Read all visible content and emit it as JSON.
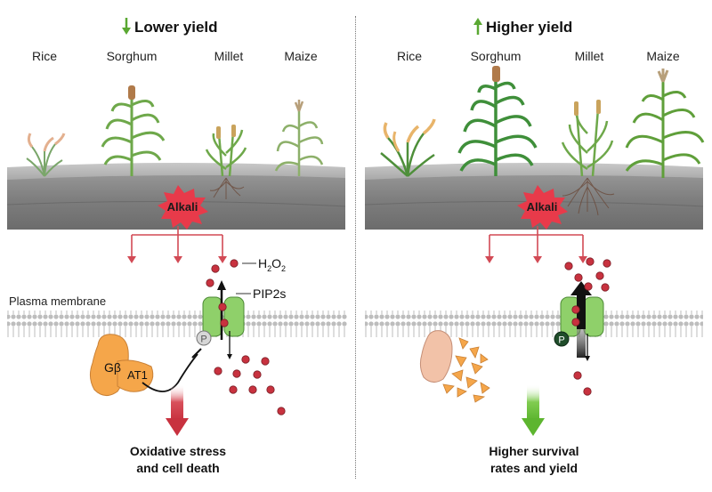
{
  "left": {
    "heading": "Lower yield",
    "crops": [
      "Rice",
      "Sorghum",
      "Millet",
      "Maize"
    ],
    "stressor": "Alkali",
    "h2o2": "H",
    "h2o2_sub1": "2",
    "h2o2_o": "O",
    "h2o2_sub2": "2",
    "channel_label": "PIP2s",
    "membrane_label": "Plasma membrane",
    "protein_g": "Gβ",
    "protein_at1": "AT1",
    "phospho": "P",
    "outcome_line1": "Oxidative stress",
    "outcome_line2": "and cell death"
  },
  "right": {
    "heading": "Higher yield",
    "crops": [
      "Rice",
      "Sorghum",
      "Millet",
      "Maize"
    ],
    "stressor": "Alkali",
    "phospho": "P",
    "outcome_line1": "Higher survival",
    "outcome_line2": "rates and yield"
  },
  "colors": {
    "down_arrow": "#5aa832",
    "up_arrow": "#5aa832",
    "alkali_burst": "#e83a4a",
    "signal_arrow": "#d24a55",
    "h2o2_dot": "#c8323f",
    "channel": "#8fd06a",
    "protein": "#f5a64a",
    "gbeta": "#f2c2a8",
    "outcome_bad": "#c8323f",
    "outcome_good": "#6cbf3a"
  }
}
